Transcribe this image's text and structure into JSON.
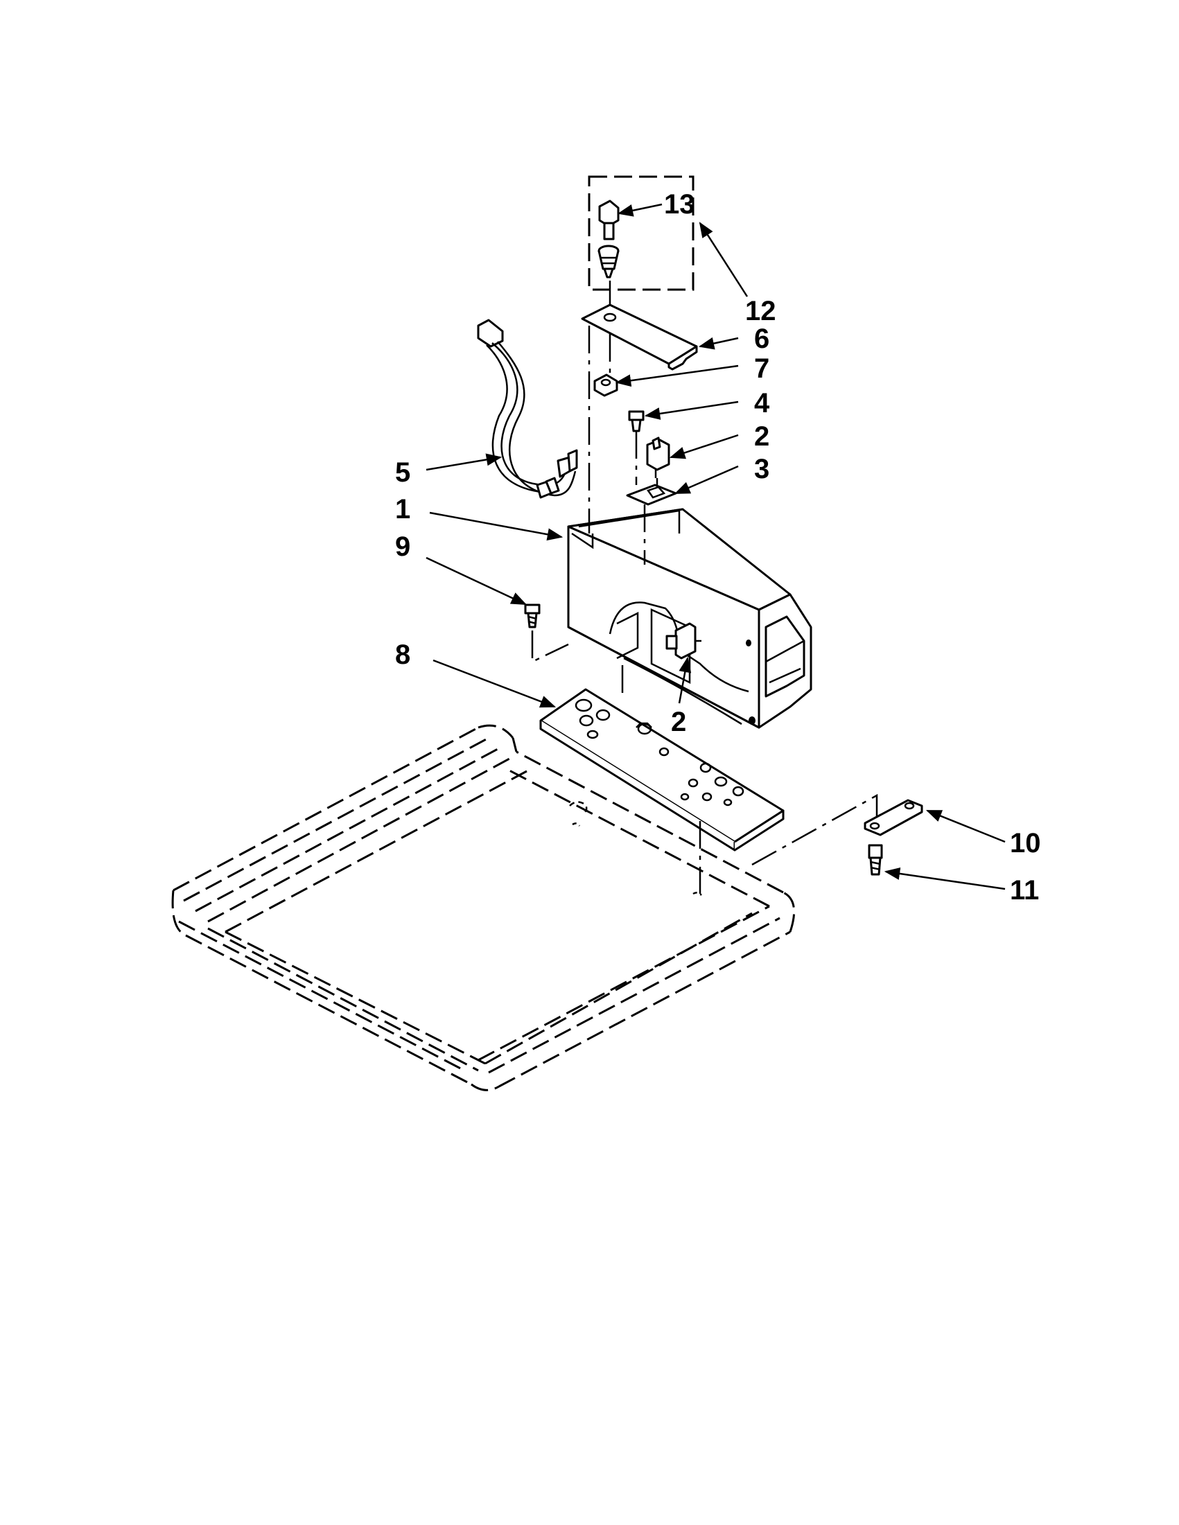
{
  "diagram": {
    "callouts": [
      {
        "id": "c13",
        "text": "13"
      },
      {
        "id": "c12",
        "text": "12"
      },
      {
        "id": "c6",
        "text": "6"
      },
      {
        "id": "c7",
        "text": "7"
      },
      {
        "id": "c4",
        "text": "4"
      },
      {
        "id": "c2a",
        "text": "2"
      },
      {
        "id": "c3",
        "text": "3"
      },
      {
        "id": "c5",
        "text": "5"
      },
      {
        "id": "c1",
        "text": "1"
      },
      {
        "id": "c9",
        "text": "9"
      },
      {
        "id": "c8",
        "text": "8"
      },
      {
        "id": "c2b",
        "text": "2"
      },
      {
        "id": "c10",
        "text": "10"
      },
      {
        "id": "c11",
        "text": "11"
      }
    ]
  }
}
